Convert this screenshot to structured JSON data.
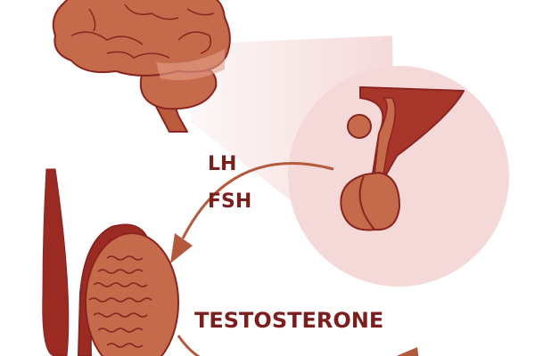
{
  "labels": {
    "lh": "LH",
    "fsh": "FSH",
    "testosterone": "TESTOSTERONE"
  },
  "colors": {
    "organ": "#c56a4a",
    "outline": "#8a2420",
    "dark_red": "#9b2a22",
    "text": "#7a1e1e",
    "zoom_circle": "#f5d9d9",
    "arrow": "#b35a3e"
  }
}
